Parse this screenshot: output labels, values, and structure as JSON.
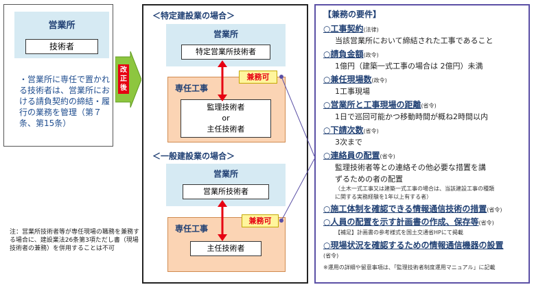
{
  "left": {
    "office_title": "営業所",
    "engineer_label": "技術者",
    "description": "・営業所に専任で置かれる技術者は、営業所における請負契約の締結・履行の業務を管理（第７条、第15条）"
  },
  "arrow_label": "改正後",
  "note": "注：営業所技術者等が専任現場の職務を兼務する場合に、建設業法26条第3項ただし書（現場技術者の兼務）を併用することは不可",
  "specific": {
    "title": "＜特定建設業の場合＞",
    "office_title": "営業所",
    "office_engineer": "特定営業所技術者",
    "dual_label": "兼務可",
    "site_title": "専任工事",
    "site_engineer_line1": "監理技術者",
    "site_engineer_line2": "or",
    "site_engineer_line3": "主任技術者"
  },
  "general": {
    "title": "＜一般建設業の場合＞",
    "office_title": "営業所",
    "office_engineer": "営業所技術者",
    "dual_label": "兼務可",
    "site_title": "専任工事",
    "site_engineer": "主任技術者"
  },
  "requirements": {
    "title": "【兼務の要件】",
    "items": [
      {
        "head": "○工事契約",
        "sub": "(法律)"
      },
      {
        "body": "当該営業所において締結された工事であること"
      },
      {
        "head": "○請負金額",
        "sub": "(政令)"
      },
      {
        "body": "1億円（建築一式工事の場合は 2億円）未満"
      },
      {
        "head": "○兼任現場数",
        "sub": "(政令)"
      },
      {
        "body": "1工事現場"
      },
      {
        "head": "○営業所と工事現場の距離",
        "sub": "(省令)"
      },
      {
        "body": "1日で巡回可能かつ移動時間が概ね2時間以内"
      },
      {
        "head": "○下請次数",
        "sub": "(省令)"
      },
      {
        "body": "3次まで"
      },
      {
        "head": "○連絡員の配置",
        "sub": "(省令)"
      },
      {
        "body": "監理技術者等との連絡その他必要な措置を講"
      },
      {
        "body": "ずるための者の配置"
      },
      {
        "small": "（土木一式工事又は建築一式工事の場合は、当該建設工事の種類"
      },
      {
        "small": "に関する実務経験を1年以上有する者）"
      },
      {
        "head": "○施工体制を確認できる情報通信技術の措置",
        "sub": "(省令)"
      },
      {
        "head": "○人員の配置を示す計画書の作成、保存等",
        "sub": "(省令)"
      },
      {
        "small": "【補足】計画書の参考様式を国土交通省HPにて掲載"
      },
      {
        "head": "○現場状況を確認するための情報通信機器の設置",
        "sub": ""
      },
      {
        "small": "(省令)"
      },
      {
        "small": "※運用の詳細や留意事項は、「監理技術者制度運用マニュアル」に記載"
      }
    ]
  },
  "colors": {
    "office_bg": "#d6eaf3",
    "site_bg": "#fbd4b4",
    "callout_bg": "#fff59d",
    "accent_red": "#e60012",
    "heading_blue": "#1f3f73",
    "arrow_green": "#8dc63f"
  }
}
